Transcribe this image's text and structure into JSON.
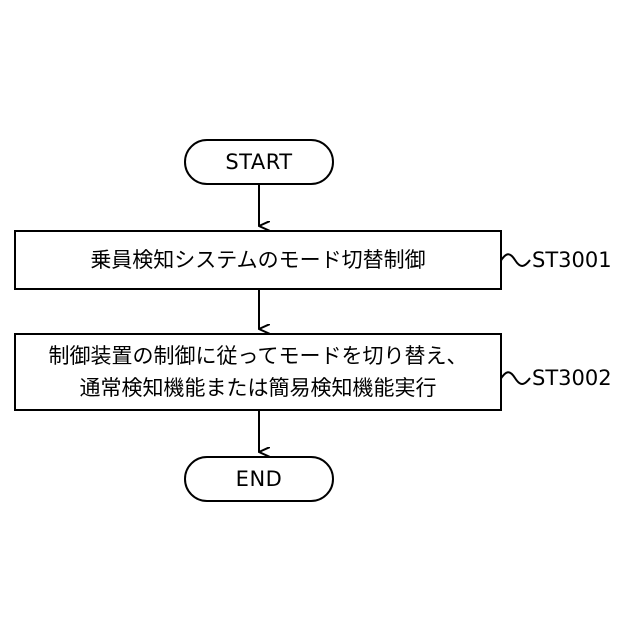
{
  "flowchart": {
    "start": "START",
    "end": "END",
    "steps": [
      {
        "lines": [
          "乗員検知システムのモード切替制御"
        ],
        "label": "ST3001"
      },
      {
        "lines": [
          "制御装置の制御に従ってモードを切り替え、",
          "通常検知機能または簡易検知機能実行"
        ],
        "label": "ST3002"
      }
    ]
  }
}
